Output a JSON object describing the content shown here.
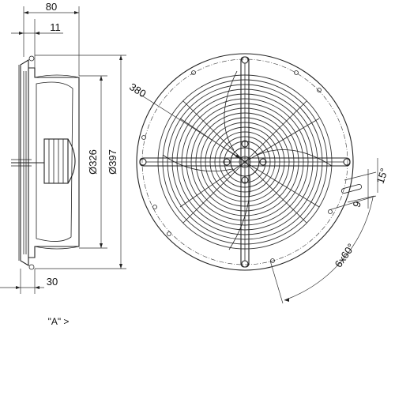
{
  "side_view": {
    "dim_width_total": "80",
    "dim_width_flange": "11",
    "dim_inner_diameter": "Ø326",
    "dim_outer_diameter": "Ø397",
    "dim_bottom": "30"
  },
  "front_view": {
    "dim_bolt_circle": "380",
    "dim_slot_width": "9",
    "dim_slot_angle": "15°",
    "dim_hole_pattern": "6x60°"
  },
  "view_label": "\"A\" >"
}
